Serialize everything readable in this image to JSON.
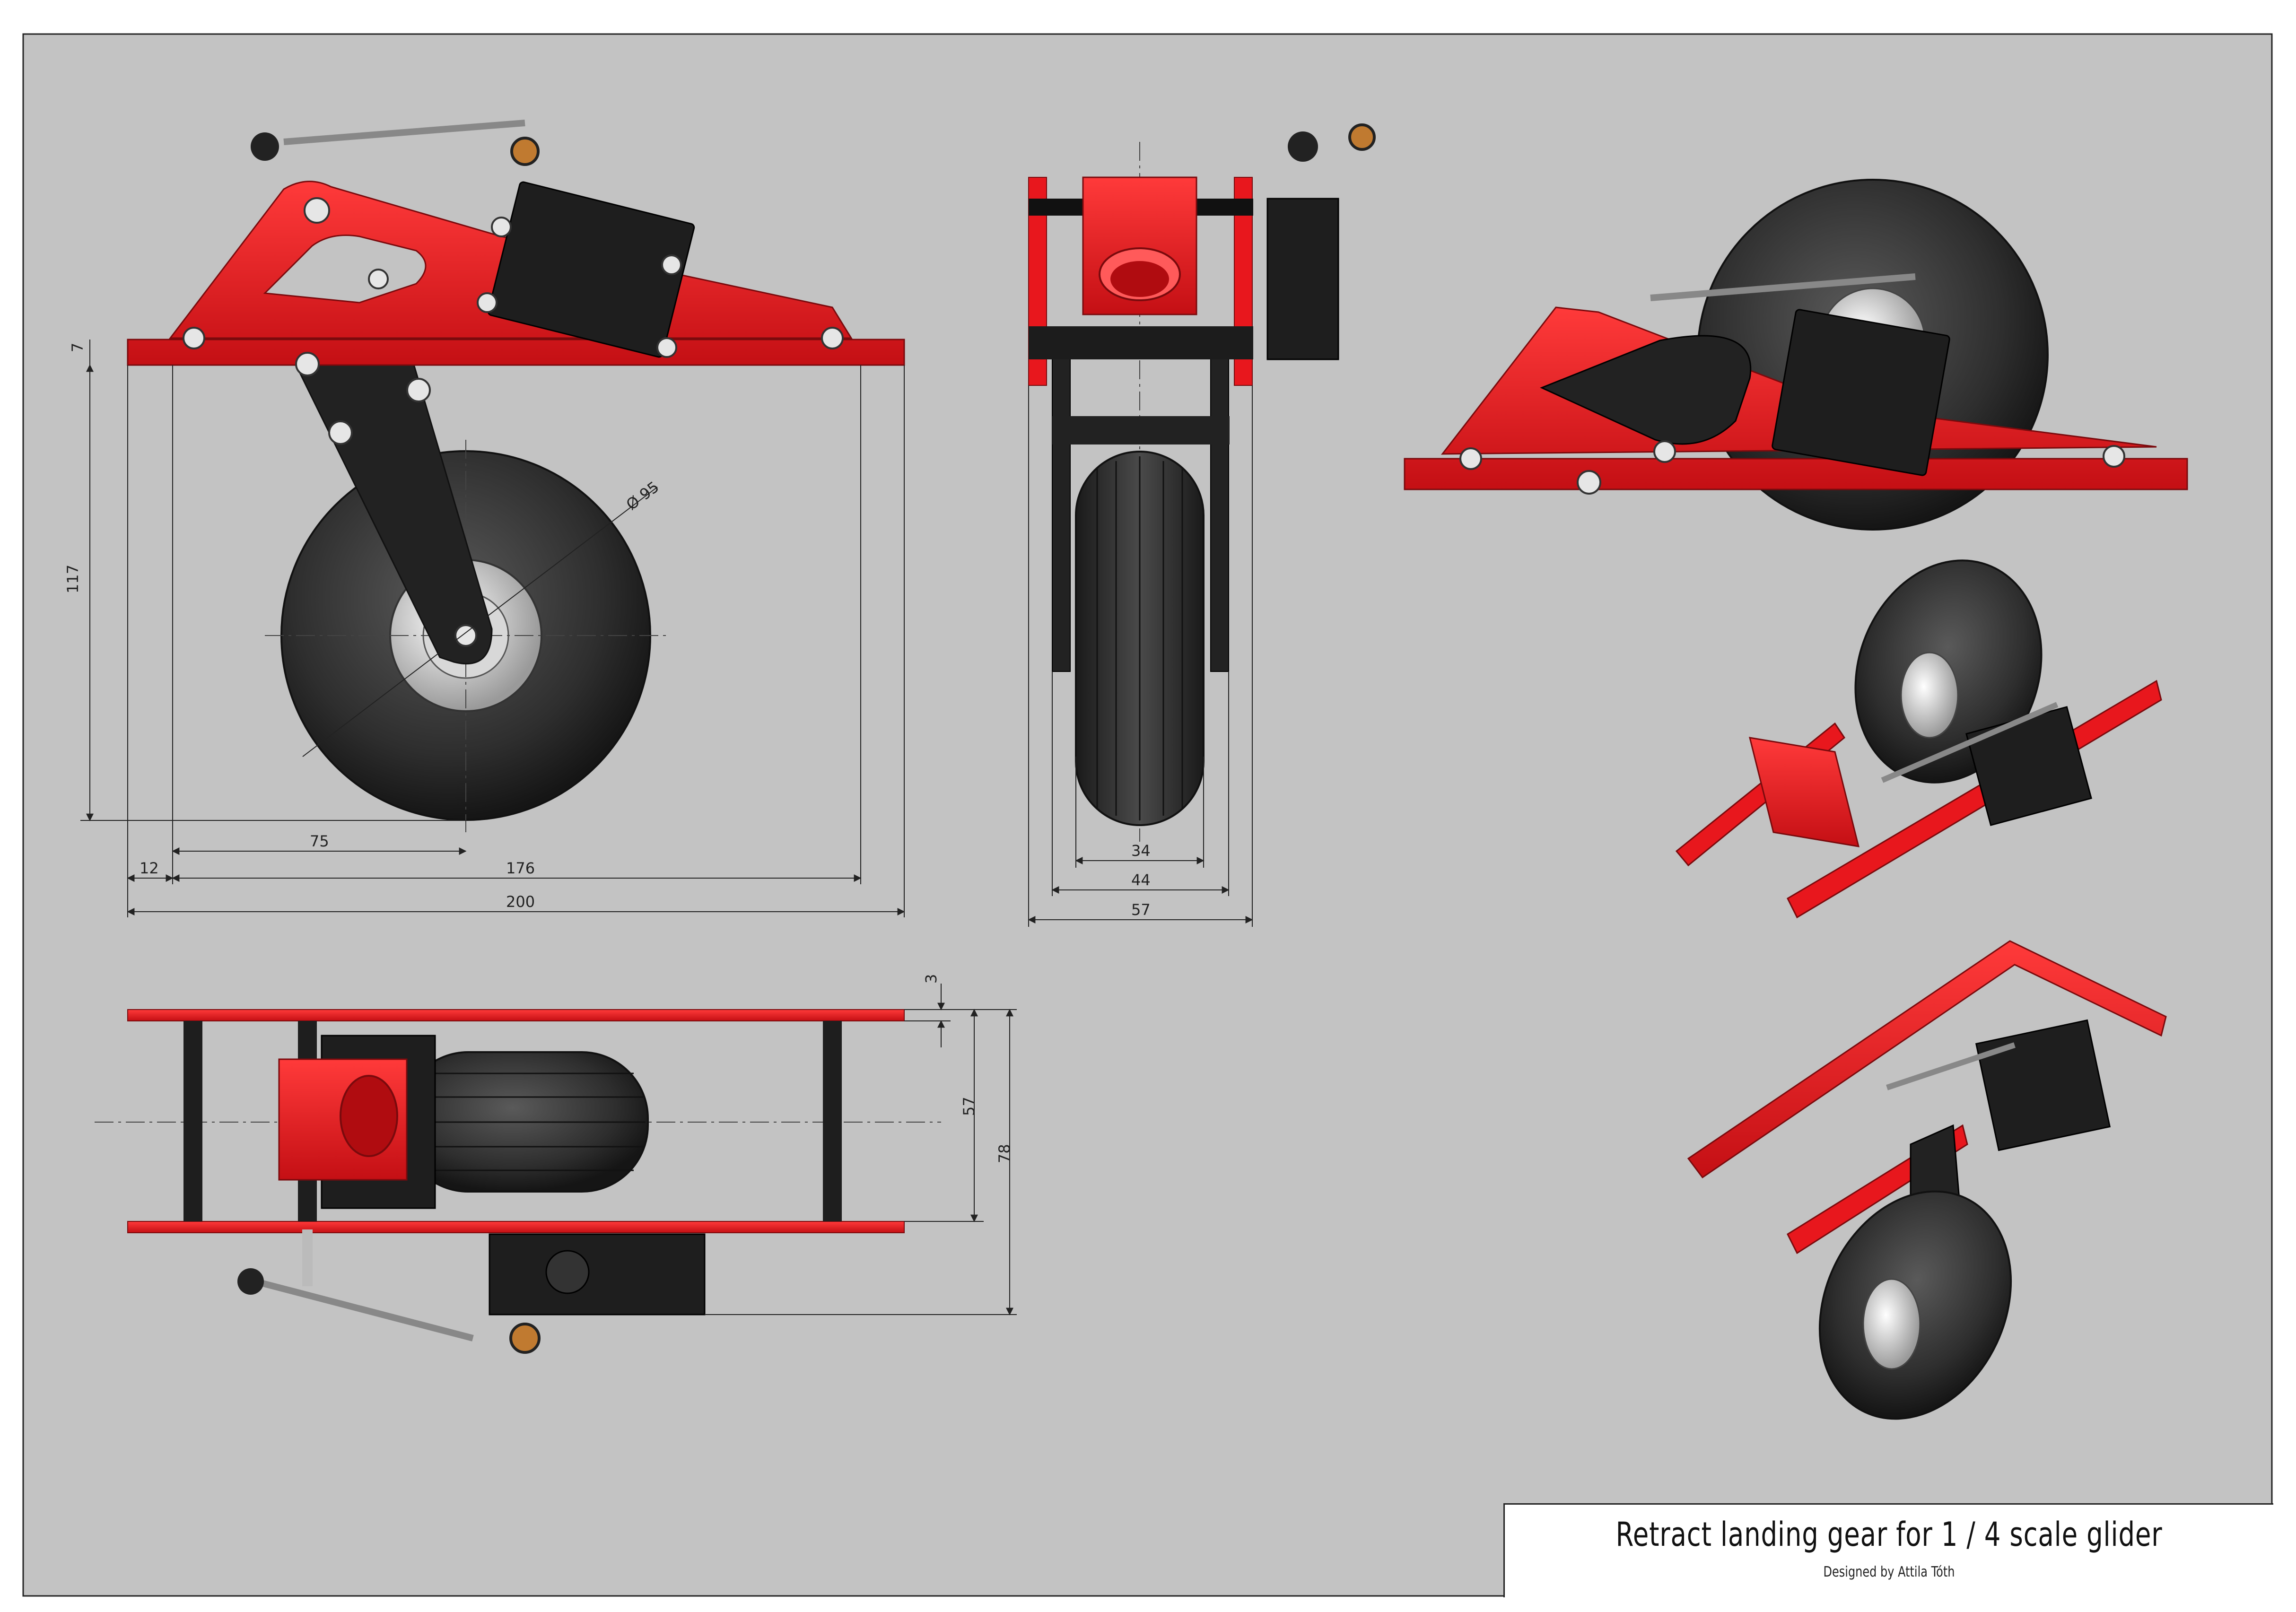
{
  "title_block": {
    "title": "Retract landing gear for 1 / 4 scale glider",
    "designer": "Designed by Attila Tóth"
  },
  "dimensions": {
    "side_view": {
      "plate_thickness": "7",
      "height": "117",
      "wheel_diameter": "Ø 95",
      "axle_offset": "75",
      "edge_offset": "12",
      "hole_spacing": "176",
      "overall_length": "200"
    },
    "front_view": {
      "tire_width": "34",
      "axle_width": "44",
      "overall_width": "57"
    },
    "top_view": {
      "plate_thickness": "3",
      "inner_width": "57",
      "overall_width": "78"
    }
  },
  "colors": {
    "background": "#c3c3c3",
    "frame": "#e8171d",
    "frame_dark": "#a90f12",
    "servo": "#1e1e1e",
    "tire": "#2a2a2a",
    "hub": "#e3e3e3",
    "line": "#222222"
  }
}
